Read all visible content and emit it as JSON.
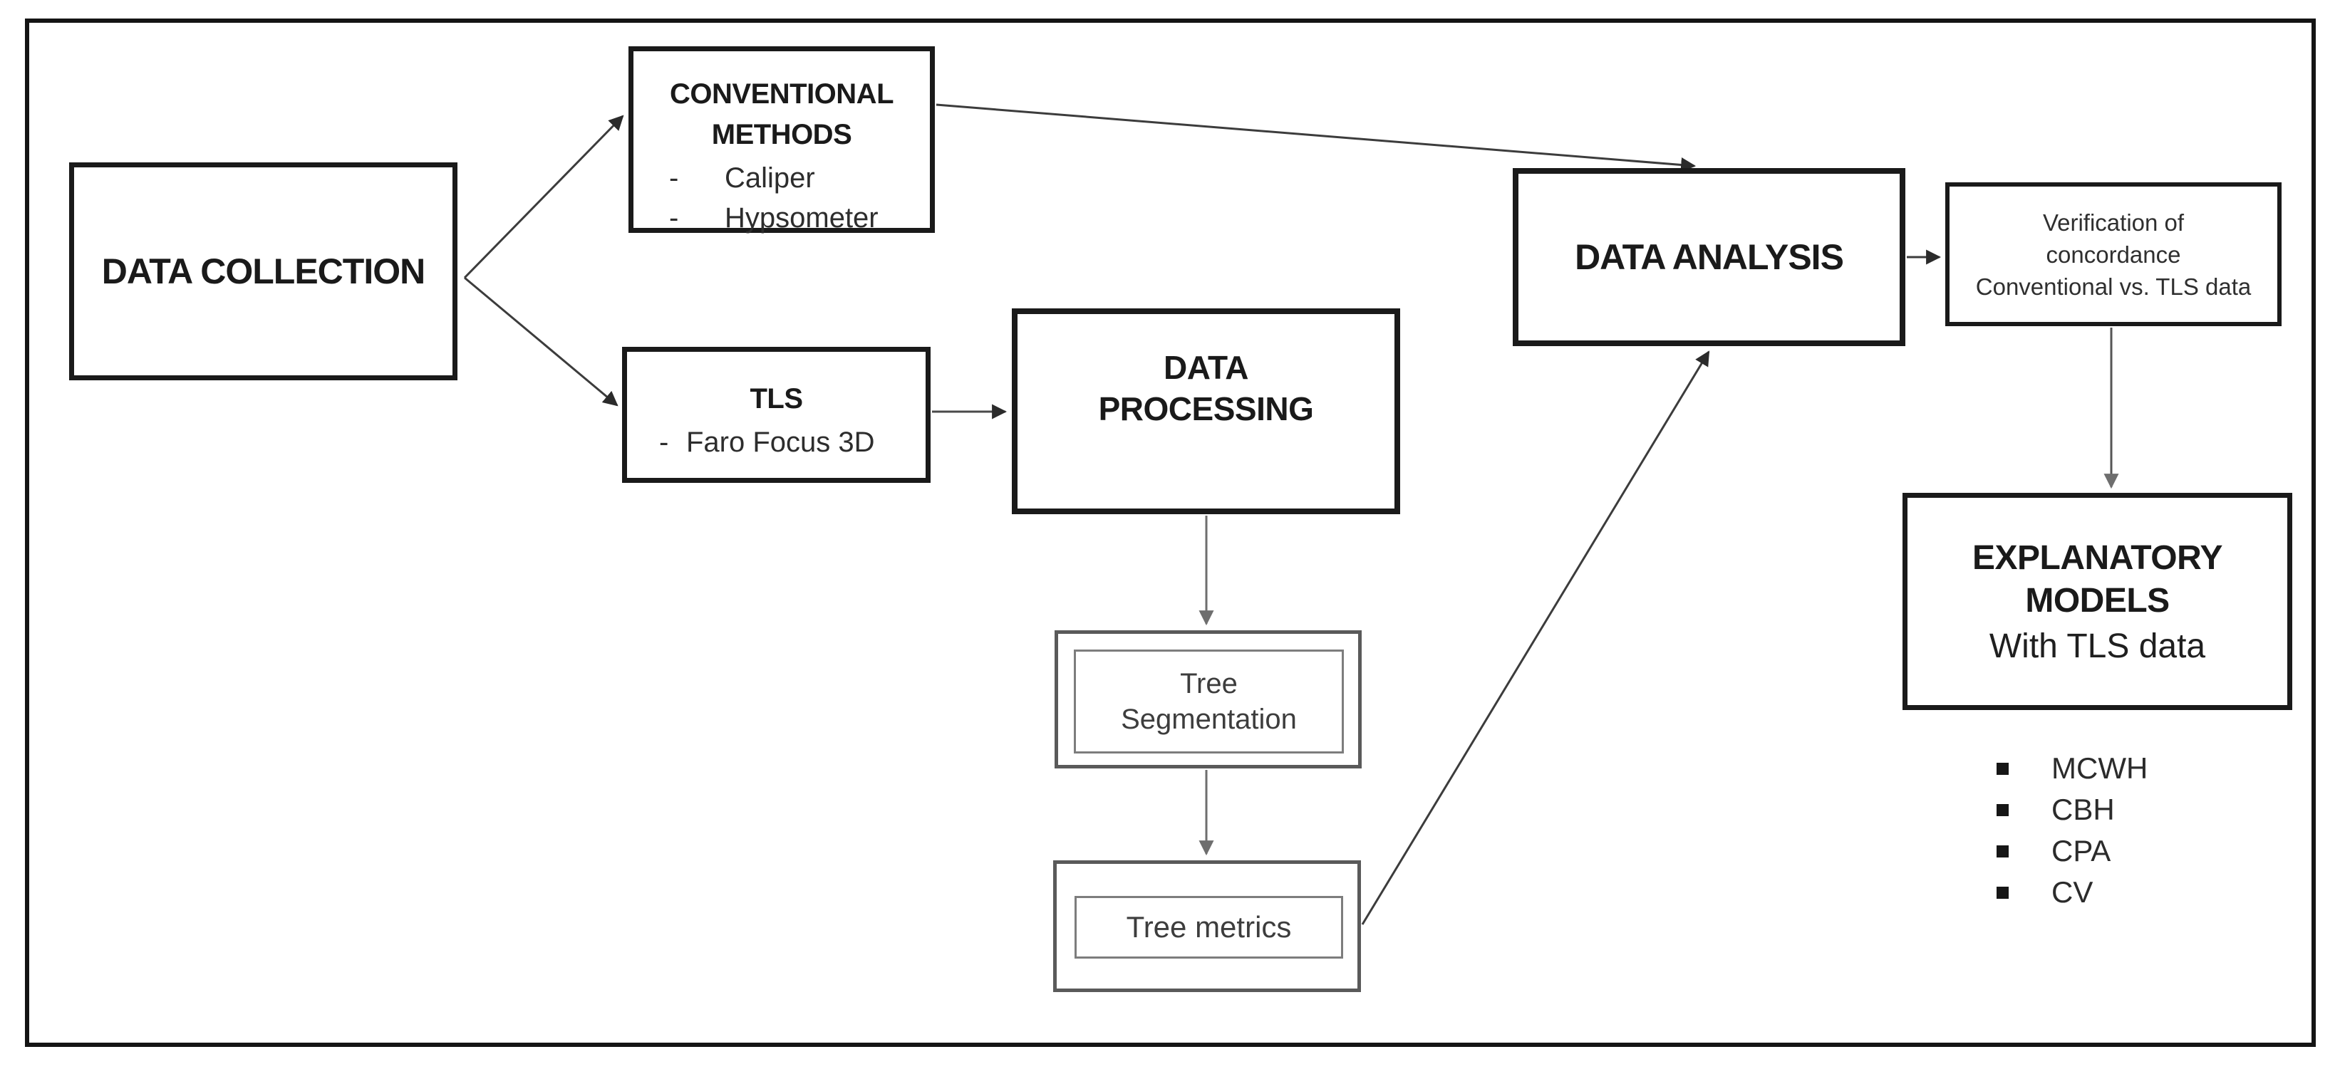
{
  "colors": {
    "background": "#ffffff",
    "frame_border": "#141414",
    "box_border": "#1a1a1a",
    "gray_box_border": "#5a5a5a",
    "arrow_dark": "#2b2b2b",
    "arrow_gray": "#6e6e6e",
    "heading_text": "#1a1a1a",
    "body_text": "#3d3d3d"
  },
  "diagram": {
    "data_collection": {
      "label": "DATA COLLECTION"
    },
    "conventional_methods": {
      "title": "CONVENTIONAL METHODS",
      "dash": "-",
      "items": [
        "Caliper",
        "Hypsometer"
      ]
    },
    "tls": {
      "title": "TLS",
      "dash": "-",
      "items": [
        "Faro Focus 3D"
      ]
    },
    "data_processing": {
      "label": "DATA PROCESSING"
    },
    "tree_segmentation": {
      "label": "Tree Segmentation"
    },
    "tree_metrics": {
      "label": "Tree metrics"
    },
    "data_analysis": {
      "label": "DATA ANALYSIS"
    },
    "verification": {
      "lines": [
        "Verification of",
        "concordance",
        "Conventional vs. TLS data"
      ]
    },
    "explanatory_models": {
      "title": "EXPLANATORY MODELS",
      "subtitle": "With TLS data"
    },
    "tls_outputs": {
      "items": [
        "MCWH",
        "CBH",
        "CPA",
        "CV"
      ]
    }
  }
}
